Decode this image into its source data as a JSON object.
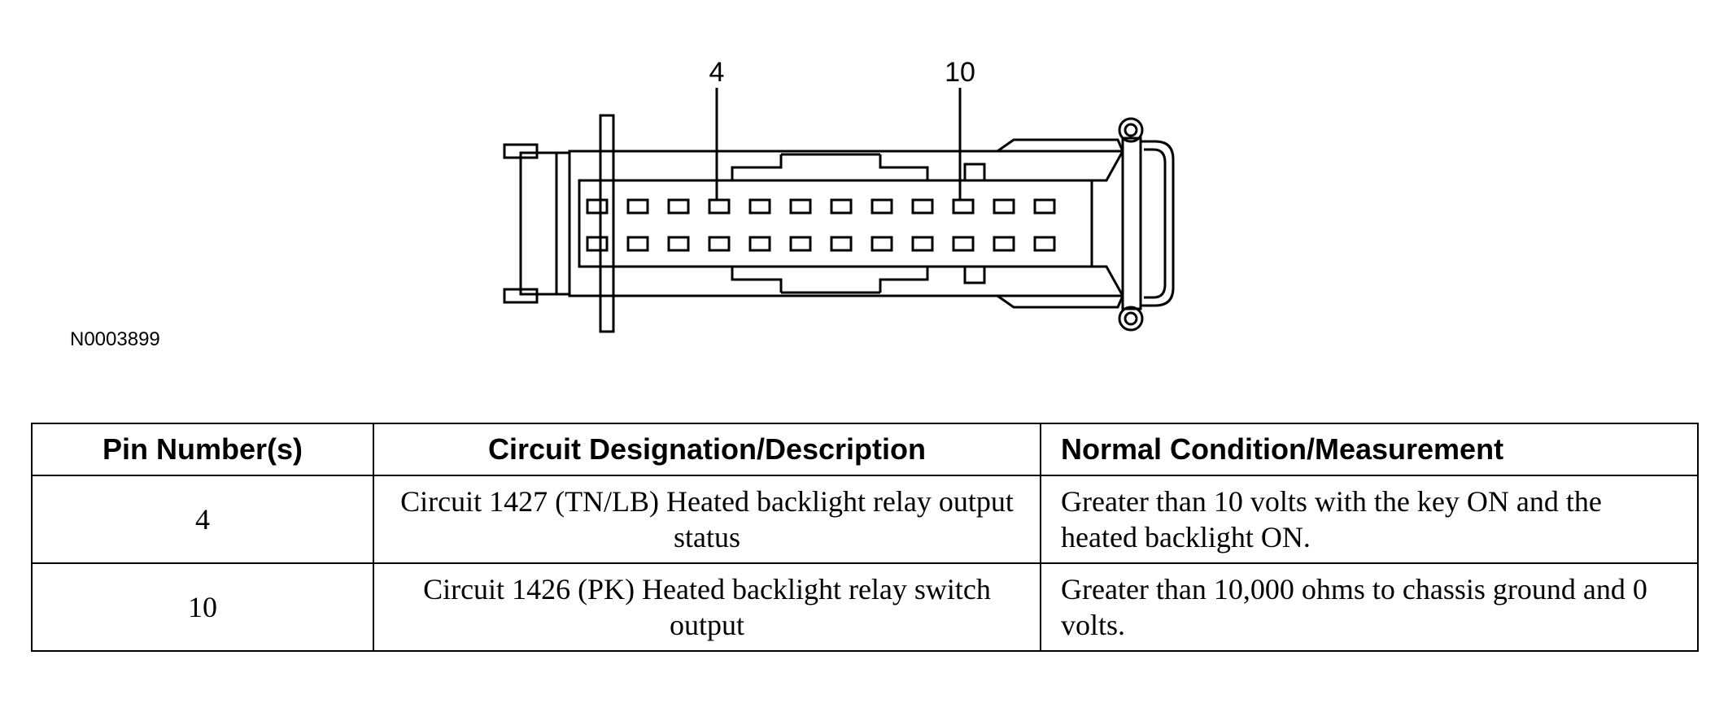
{
  "figure": {
    "id": "N0003899",
    "callouts": [
      "4",
      "10"
    ]
  },
  "table": {
    "headers": {
      "pin": "Pin Number(s)",
      "circuit": "Circuit Designation/Description",
      "measurement": "Normal Condition/Measurement"
    },
    "rows": [
      {
        "pin": "4",
        "circuit": "Circuit 1427 (TN/LB) Heated backlight relay output status",
        "measurement": "Greater than 10 volts with the key ON and the heated backlight ON."
      },
      {
        "pin": "10",
        "circuit": "Circuit 1426 (PK) Heated backlight relay switch output",
        "measurement": "Greater than 10,000 ohms to chassis ground and 0 volts."
      }
    ]
  },
  "colors": {
    "ink": "#000000",
    "background": "#ffffff"
  }
}
